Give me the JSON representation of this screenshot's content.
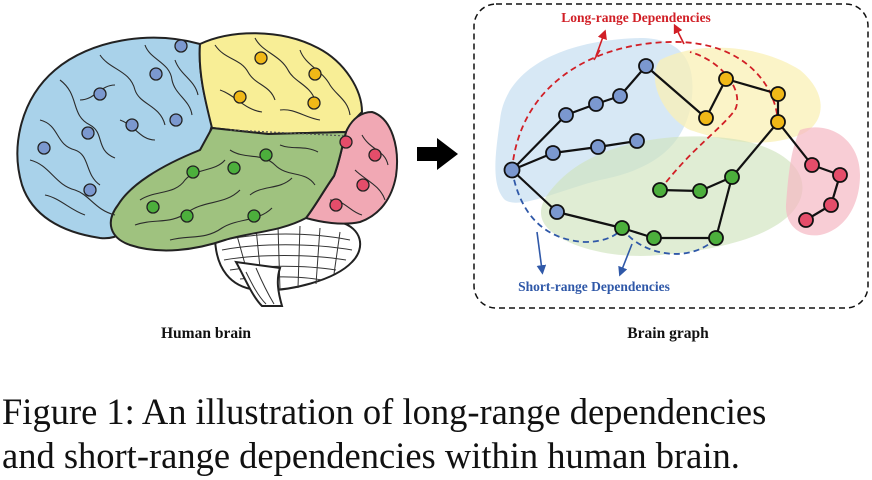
{
  "left_panel": {
    "label": "Human brain"
  },
  "right_panel": {
    "label": "Brain graph",
    "long_range_label": "Long-range Dependencies",
    "short_range_label": "Short-range Dependencies"
  },
  "caption": {
    "line1": "Figure 1: An illustration of long-range dependencies",
    "line2": "and short-range dependencies within human brain."
  },
  "colors": {
    "frontal": "#a9d2ea",
    "parietal": "#f8ee96",
    "temporal": "#9fc27f",
    "occipital": "#f1a8b4",
    "node_blue": "#7b98cf",
    "node_yellow": "#f0b817",
    "node_green": "#4caf3c",
    "node_red": "#e54d6a",
    "long_range": "#d11f26",
    "short_range": "#2f58a8"
  }
}
